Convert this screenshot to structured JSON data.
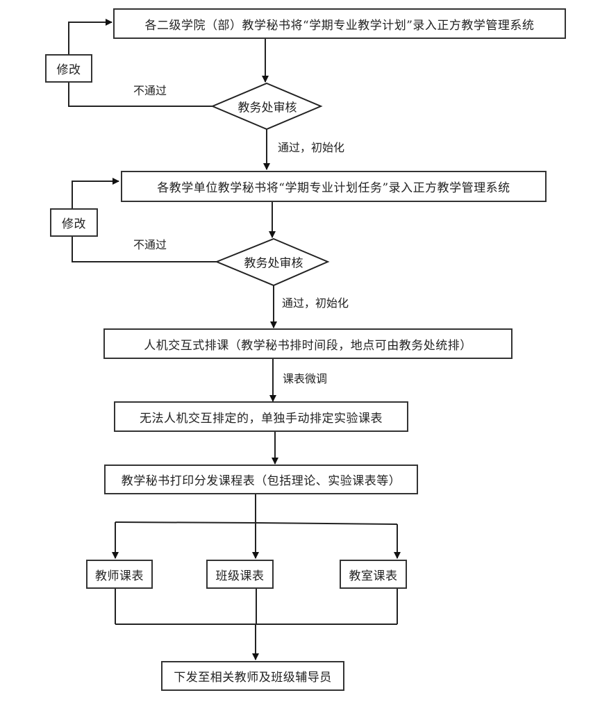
{
  "nodes": {
    "step1": "各二级学院（部）教学秘书将“学期专业教学计划”录入正方教学管理系统",
    "review1": "教务处审核",
    "modify1": "修改",
    "step2": "各教学单位教学秘书将“学期专业计划任务”录入正方教学管理系统",
    "review2": "教务处审核",
    "modify2": "修改",
    "step3": "人机交互式排课（教学秘书排时间段，地点可由教务处统排）",
    "step4": "无法人机交互排定的，单独手动排定实验课表",
    "step5": "教学秘书打印分发课程表（包括理论、实验课表等）",
    "teacher_schedule": "教师课表",
    "class_schedule": "班级课表",
    "classroom_schedule": "教室课表",
    "final": "下发至相关教师及班级辅导员"
  },
  "edges": {
    "reject1": "不通过",
    "pass1": "通过，初始化",
    "reject2": "不通过",
    "pass2": "通过，初始化",
    "adjust": "课表微调"
  }
}
